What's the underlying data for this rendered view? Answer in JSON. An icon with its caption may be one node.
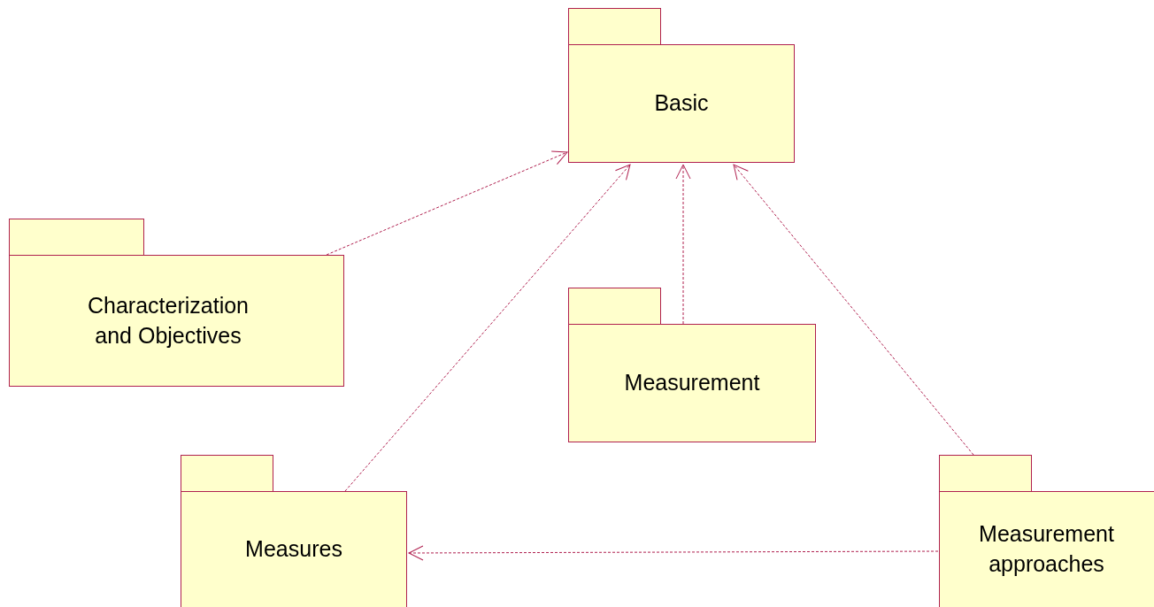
{
  "diagram": {
    "nodes": [
      {
        "text": [
          "Basic"
        ]
      },
      {
        "text": [
          "Characterization and Objectives"
        ]
      },
      {
        "text": [
          "Measurement"
        ]
      },
      {
        "text": [
          "Measures"
        ]
      },
      {
        "text": [
          "Measurement approaches"
        ]
      }
    ],
    "edges": [
      {
        "from": 1,
        "to": 0,
        "arrow": "to",
        "style": "dashed"
      },
      {
        "from": 3,
        "to": 0,
        "arrow": "to",
        "style": "dashed"
      },
      {
        "from": 2,
        "to": 0,
        "arrow": "to",
        "style": "dashed"
      },
      {
        "from": 4,
        "to": 0,
        "arrow": "to",
        "style": "dashed"
      },
      {
        "from": 4,
        "to": 3,
        "arrow": "to",
        "style": "dashed"
      }
    ]
  }
}
